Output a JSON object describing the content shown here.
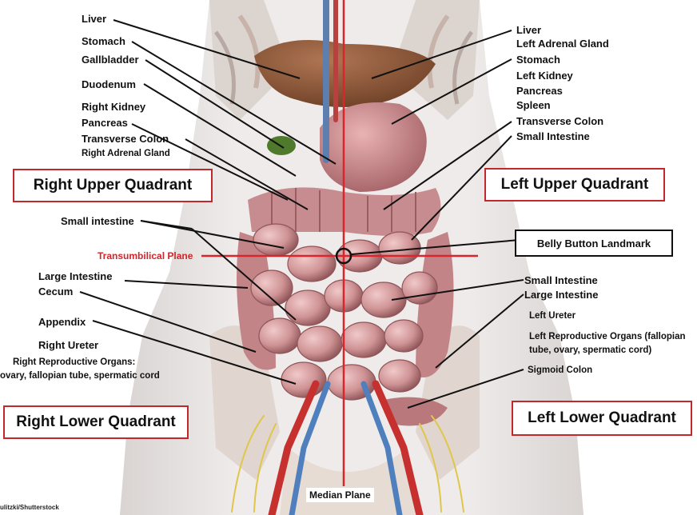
{
  "right_labels_top": [
    "Liver",
    "Stomach",
    "Gallbladder",
    "Duodenum",
    "Right Kidney",
    "Pancreas",
    "Transverse Colon",
    "Right Adrenal Gland"
  ],
  "left_labels_top": [
    "Liver",
    "Left Adrenal Gland",
    "Stomach",
    "Left Kidney",
    "Pancreas",
    "Spleen",
    "Transverse Colon",
    "Small Intestine"
  ],
  "right_labels_bottom": {
    "small_intestine": "Small intestine",
    "large_intestine": "Large Intestine",
    "cecum": "Cecum",
    "appendix": "Appendix",
    "right_ureter": "Right Ureter",
    "repro_line1": "Right Reproductive Organs:",
    "repro_line2": "ovary, fallopian tube, spermatic cord"
  },
  "left_labels_bottom": {
    "small_intestine": "Small Intestine",
    "large_intestine": "Large Intestine",
    "left_ureter": "Left Ureter",
    "repro_line1": "Left Reproductive Organs (fallopian",
    "repro_line2": "tube, ovary, spermatic cord)",
    "sigmoid": "Sigmoid Colon"
  },
  "quadrants": {
    "ruq": "Right Upper Quadrant",
    "luq": "Left Upper Quadrant",
    "rlq": "Right Lower Quadrant",
    "llq": "Left Lower Quadrant"
  },
  "landmark": "Belly Button Landmark",
  "transumbilical": "Transumbilical Plane",
  "median": "Median Plane",
  "credit": "ulitzki/Shutterstock",
  "colors": {
    "plane_line": "#d8262c",
    "box_border": "#c0282c",
    "intestine": "#c98b8e",
    "liver": "#8e5a3f",
    "skin": "#e7e3e1"
  }
}
